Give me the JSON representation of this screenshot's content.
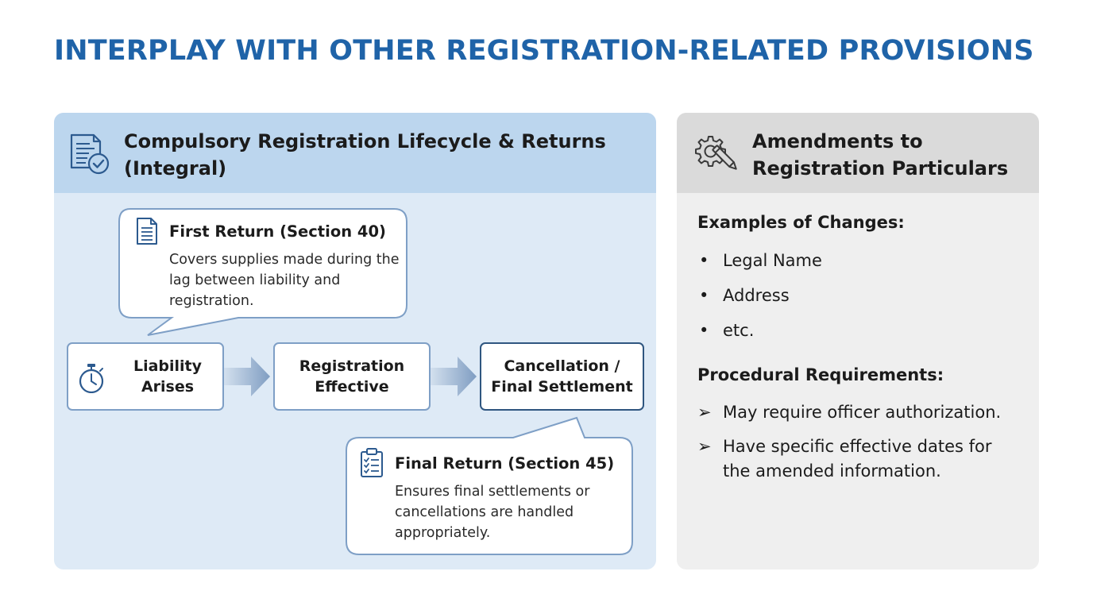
{
  "title": "INTERPLAY WITH OTHER REGISTRATION-RELATED PROVISIONS",
  "left_panel": {
    "header": "Compulsory Registration Lifecycle & Returns (Integral)",
    "icon": "document-check-icon",
    "first_return": {
      "title": "First Return (Section 40)",
      "text": "Covers supplies made during the lag between liability and registration.",
      "icon": "document-lines-icon"
    },
    "flow": [
      {
        "label": "Liability Arises",
        "icon": "stopwatch-icon"
      },
      {
        "label": "Registration Effective"
      },
      {
        "label": "Cancellation / Final Settlement"
      }
    ],
    "final_return": {
      "title": "Final Return (Section 45)",
      "text": "Ensures final settlements or cancellations are handled appropriately.",
      "icon": "clipboard-checklist-icon"
    }
  },
  "right_panel": {
    "header": "Amendments to Registration Particulars",
    "icon": "gear-pencil-icon",
    "examples_heading": "Examples of Changes:",
    "examples": [
      "Legal Name",
      "Address",
      "etc."
    ],
    "procedural_heading": "Procedural Requirements:",
    "requirements": [
      "May require officer authorization.",
      "Have specific effective dates for the amended information."
    ]
  },
  "colors": {
    "title": "#1f63a8",
    "left_panel_bg": "#deeaf6",
    "left_header_bg": "#bcd6ee",
    "right_panel_bg": "#efefef",
    "right_header_bg": "#dadada",
    "icon_blue": "#2c5a8f"
  }
}
